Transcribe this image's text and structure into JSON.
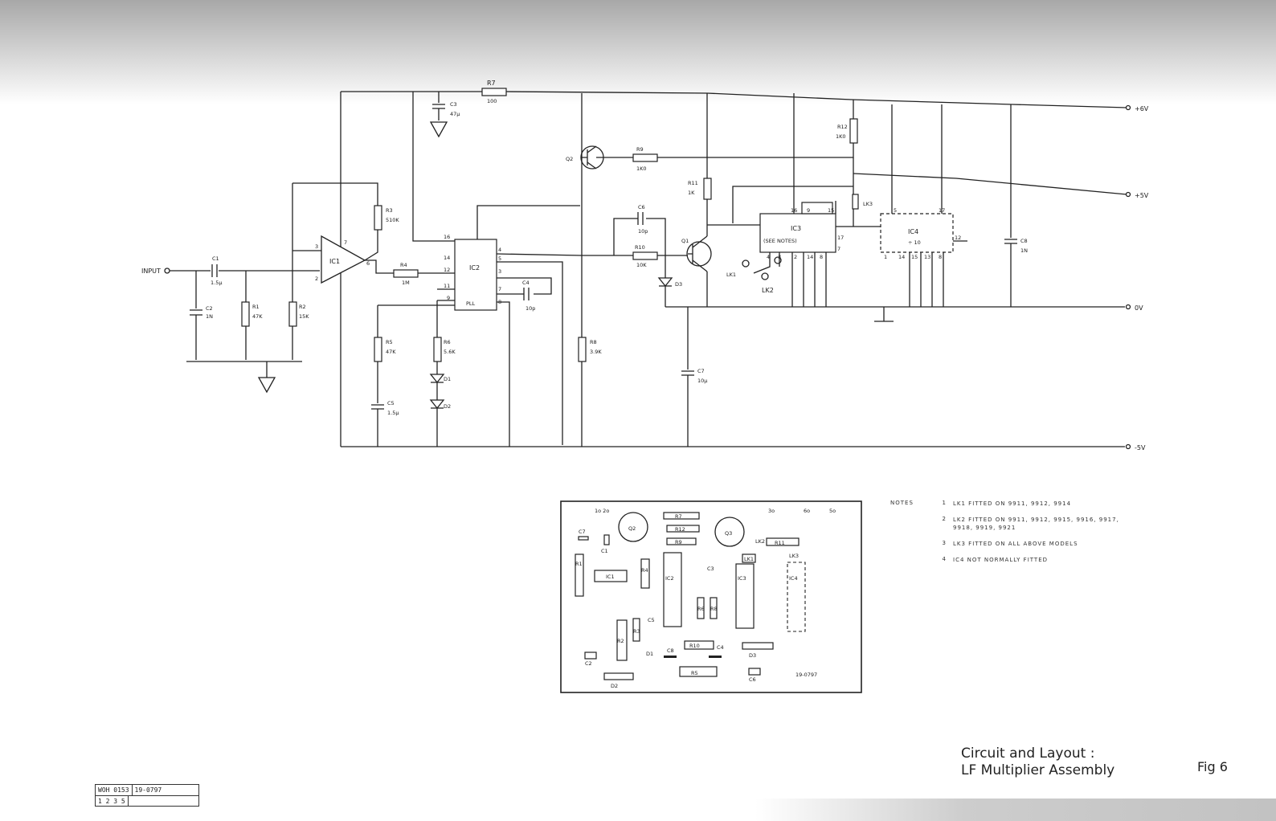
{
  "schematic": {
    "input_label": "INPUT",
    "rails": {
      "plus_v": "+6V",
      "mid_v": "+5V",
      "zero_v": "0V",
      "minus_v": "-5V"
    },
    "components": {
      "R7": {
        "ref": "R7",
        "value": "100"
      },
      "C3": {
        "ref": "C3",
        "value": "47µ"
      },
      "R3": {
        "ref": "R3",
        "value": "510K"
      },
      "C1": {
        "ref": "C1",
        "value": "1.5µ"
      },
      "C2": {
        "ref": "C2",
        "value": "1N"
      },
      "R1": {
        "ref": "R1",
        "value": "47K"
      },
      "R2": {
        "ref": "R2",
        "value": "15K"
      },
      "IC1": {
        "ref": "IC1"
      },
      "R4": {
        "ref": "R4",
        "value": "1M"
      },
      "IC2": {
        "ref": "IC2",
        "sub": "PLL"
      },
      "C4": {
        "ref": "C4",
        "value": "10p"
      },
      "R5": {
        "ref": "R5",
        "value": "47K"
      },
      "C5": {
        "ref": "C5",
        "value": "1.5µ"
      },
      "R6": {
        "ref": "R6",
        "value": "5.6K"
      },
      "D1": {
        "ref": "D1"
      },
      "D2": {
        "ref": "D2"
      },
      "Q2": {
        "ref": "Q2"
      },
      "R9": {
        "ref": "R9",
        "value": "1K0"
      },
      "R8": {
        "ref": "R8",
        "value": "3.9K"
      },
      "C6": {
        "ref": "C6",
        "value": "10p"
      },
      "R10": {
        "ref": "R10",
        "value": "10K"
      },
      "D3": {
        "ref": "D3"
      },
      "Q1": {
        "ref": "Q1"
      },
      "R11": {
        "ref": "R11",
        "value": "1K"
      },
      "C7": {
        "ref": "C7",
        "value": "10µ"
      },
      "IC3": {
        "ref": "IC3",
        "sub": "(SEE NOTES)"
      },
      "LK1": {
        "ref": "LK1"
      },
      "LK2": {
        "ref": "LK2"
      },
      "LK3": {
        "ref": "LK3"
      },
      "R12": {
        "ref": "R12",
        "value": "1K0"
      },
      "IC4": {
        "ref": "IC4",
        "sub": "÷ 10"
      },
      "C8": {
        "ref": "C8",
        "value": "1N"
      }
    },
    "pins": {
      "ic1": [
        "2",
        "3",
        "6",
        "7"
      ],
      "ic2_left": [
        "16",
        "14",
        "12",
        "11",
        "9"
      ],
      "ic2_right": [
        "4",
        "5",
        "3",
        "7",
        "8"
      ],
      "ic3_top": [
        "16",
        "9",
        "15"
      ],
      "ic3_bottom": [
        "4",
        "3",
        "2",
        "14",
        "8"
      ],
      "ic3_right": [
        "17",
        "7"
      ],
      "ic4_top": [
        "5",
        "17"
      ],
      "ic4_bottom": [
        "1",
        "14",
        "15",
        "13",
        "8"
      ],
      "ic4_right": [
        "12"
      ]
    }
  },
  "layout_board": {
    "top_labels": [
      "1o 2o",
      "3o",
      "6o",
      "5o"
    ],
    "parts": [
      "C7",
      "C1",
      "Q2",
      "R7",
      "R12",
      "R9",
      "Q3",
      "LK2",
      "R11",
      "LK1",
      "LK3",
      "R1",
      "IC1",
      "R4",
      "IC2",
      "C3",
      "IC3",
      "IC4",
      "R6",
      "R8",
      "C5",
      "R3",
      "R2",
      "D1",
      "C2",
      "C8",
      "R10",
      "C4",
      "D3",
      "R5",
      "C6",
      "D2"
    ],
    "drawing_no": "19-0797"
  },
  "notes": {
    "heading": "NOTES",
    "items": [
      {
        "num": "1",
        "text": "LK1 FITTED ON 9911, 9912, 9914"
      },
      {
        "num": "2",
        "text": "LK2 FITTED ON 9911, 9912, 9915, 9916, 9917, 9918, 9919, 9921"
      },
      {
        "num": "3",
        "text": "LK3 FITTED ON ALL ABOVE MODELS"
      },
      {
        "num": "4",
        "text": "IC4 NOT NORMALLY FITTED"
      }
    ]
  },
  "caption": {
    "line1": "Circuit and Layout :",
    "line2": "LF Multiplier Assembly",
    "fig": "Fig 6"
  },
  "stamp": {
    "code": "WOH 0153",
    "drawing": "19-0797",
    "issue": "1 2 3 5"
  }
}
